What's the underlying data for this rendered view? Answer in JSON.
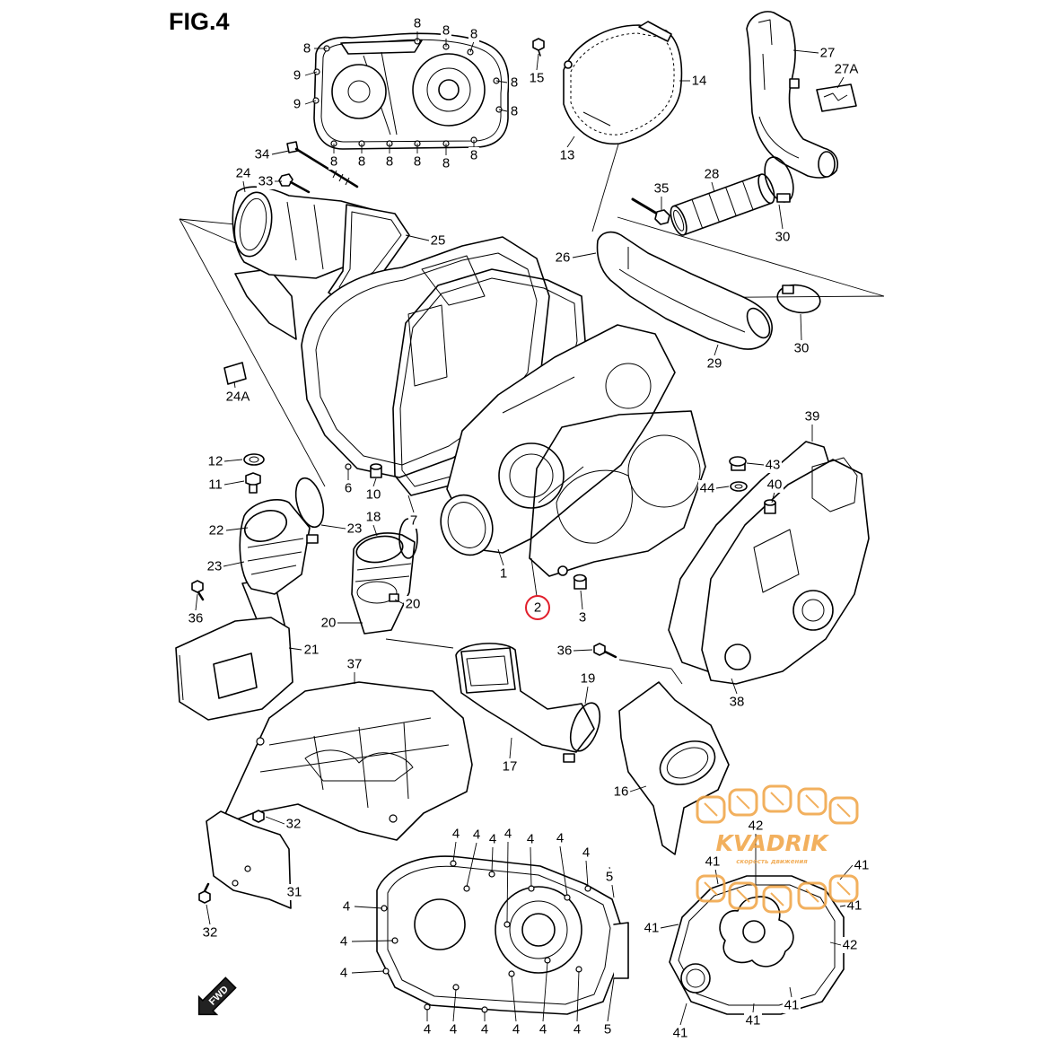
{
  "figure": {
    "title": "FIG.4"
  },
  "labels": [
    "8",
    "8",
    "8",
    "8",
    "8",
    "8",
    "8",
    "8",
    "8",
    "8",
    "8",
    "8",
    "9",
    "9",
    "15",
    "14",
    "13",
    "27",
    "27A",
    "34",
    "24",
    "33",
    "25",
    "35",
    "28",
    "30",
    "26",
    "30",
    "29",
    "24A",
    "39",
    "12",
    "43",
    "11",
    "6",
    "10",
    "40",
    "44",
    "18",
    "22",
    "23",
    "23",
    "7",
    "1",
    "3",
    "2",
    "36",
    "20",
    "20",
    "21",
    "36",
    "37",
    "19",
    "38",
    "17",
    "16",
    "32",
    "42",
    "41",
    "41",
    "31",
    "41",
    "42",
    "41",
    "32",
    "41",
    "41",
    "41",
    "4",
    "4",
    "4",
    "4",
    "4",
    "4",
    "4",
    "5",
    "4",
    "4",
    "4",
    "4",
    "4",
    "4",
    "4",
    "4",
    "4",
    "5"
  ],
  "direction_arrow": {
    "text": "FWD"
  },
  "watermark": {
    "brand": "KVADRIK",
    "tagline": "скорость движения"
  },
  "colors": {
    "line": "#000000",
    "background": "#ffffff",
    "highlight": "#e11d2a",
    "watermark": "#f0a343"
  }
}
